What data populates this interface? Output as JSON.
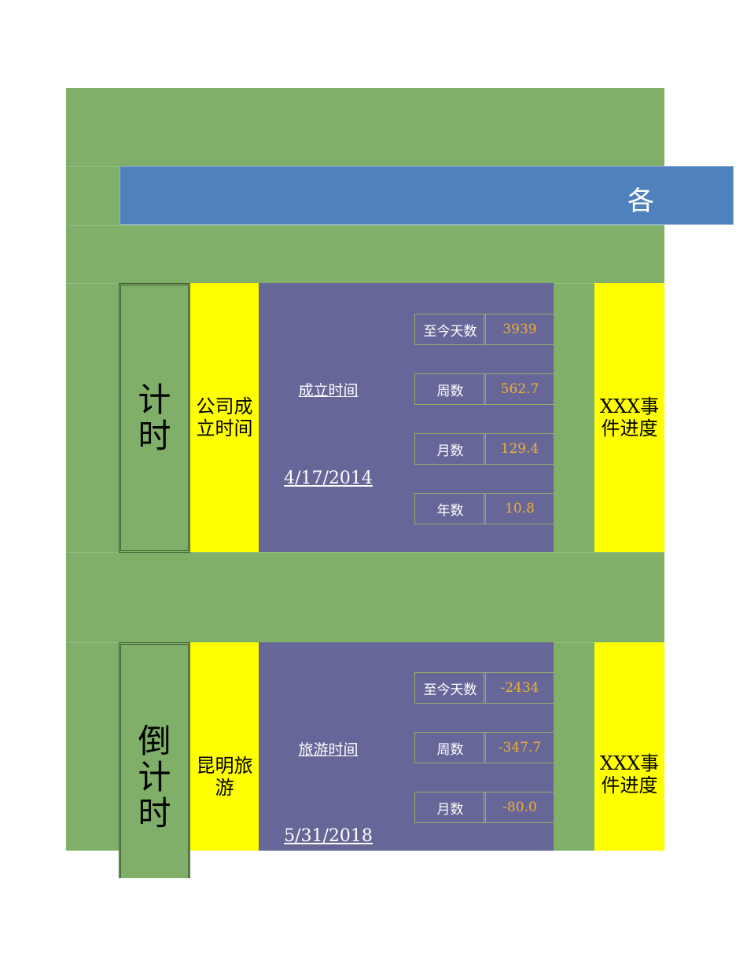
{
  "banner": {
    "title": "各"
  },
  "colors": {
    "background": "#7faf68",
    "banner": "#4f81bd",
    "panel": "#666699",
    "highlight": "#ffff00",
    "value": "#f0b030"
  },
  "sections": [
    {
      "side_label": "计时",
      "name": "公司成立时间",
      "date_label": "成立时间",
      "date": "4/17/2014",
      "stats": [
        {
          "label": "至今天数",
          "value": "3939"
        },
        {
          "label": "周数",
          "value": "562.7"
        },
        {
          "label": "月数",
          "value": "129.4"
        },
        {
          "label": "年数",
          "value": "10.8"
        }
      ],
      "progress_label": "XXX事件进度"
    },
    {
      "side_label": "倒计时",
      "name": "昆明旅游",
      "date_label": "旅游时间",
      "date": "5/31/2018",
      "stats": [
        {
          "label": "至今天数",
          "value": "-2434"
        },
        {
          "label": "周数",
          "value": "-347.7"
        },
        {
          "label": "月数",
          "value": "-80.0"
        }
      ],
      "progress_label": "XXX事件进度"
    }
  ]
}
